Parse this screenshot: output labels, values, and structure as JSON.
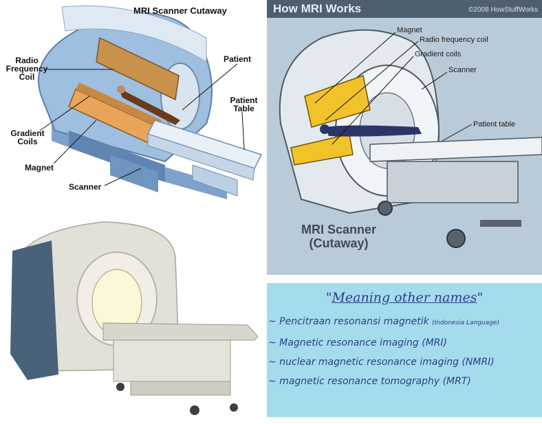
{
  "cutaway": {
    "title": "MRI Scanner Cutaway",
    "labels": {
      "radio": "Radio Frequency Coil",
      "patient": "Patient",
      "table": "Patient Table",
      "gradient": "Gradient Coils",
      "magnet": "Magnet",
      "scanner": "Scanner"
    }
  },
  "how": {
    "header": "How MRI Works",
    "copyright": "©2008 HowStuffWorks",
    "labels": {
      "magnet": "Magnet",
      "rf": "Radio frequency coil",
      "gradient": "Gradient coils",
      "scanner": "Scanner",
      "table": "Patient table"
    },
    "caption_line1": "MRI Scanner",
    "caption_line2": "(Cutaway)"
  },
  "names": {
    "heading_quote_open": "\"",
    "heading": "Meaning other names",
    "heading_quote_close": "\"",
    "items": [
      {
        "text": "~  Pencitraan resonansi magnetik",
        "note": "(Indonesia Language)"
      },
      {
        "text": "~ Magnetic resonance imaging (MRI)"
      },
      {
        "text": "~ nuclear magnetic resonance imaging (NMRI)"
      },
      {
        "text": "~ magnetic resonance tomography (MRT)"
      }
    ]
  },
  "colors": {
    "names_bg": "#a5dced",
    "names_text": "#2b3e86",
    "how_bg": "#b9cbd8",
    "how_header": "#4e5f70"
  }
}
